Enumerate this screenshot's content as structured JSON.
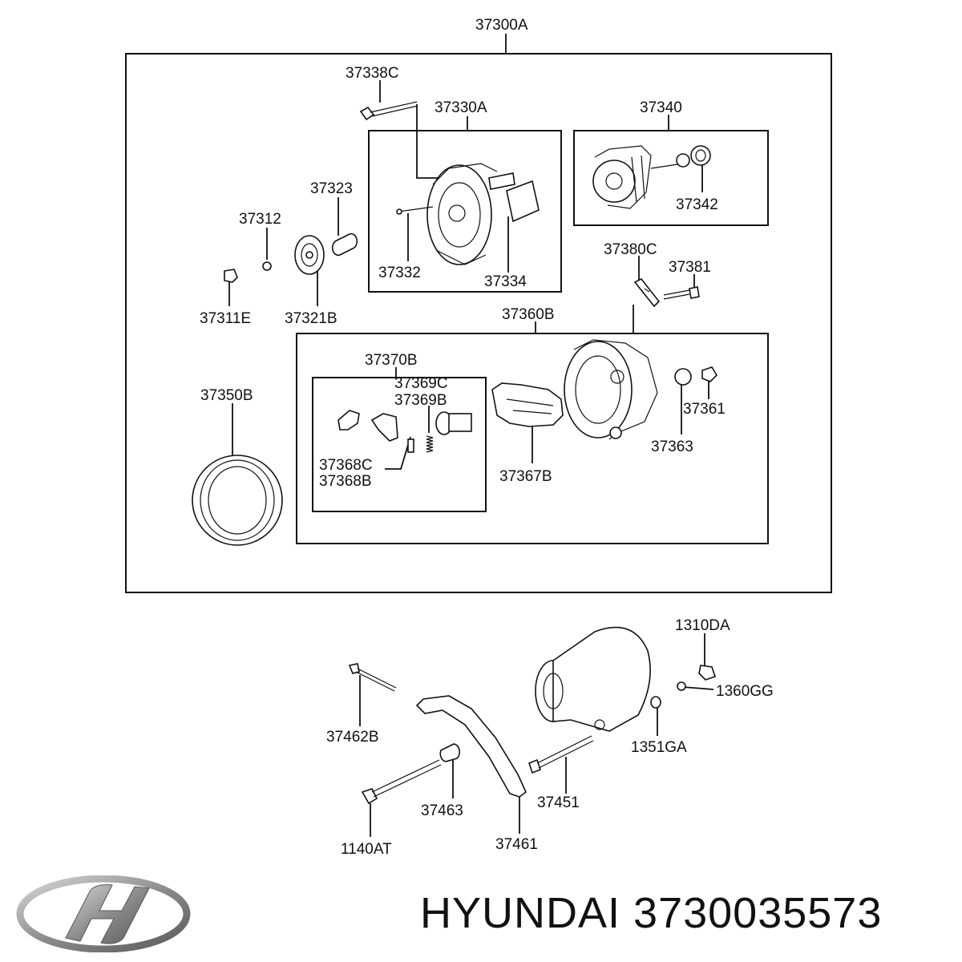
{
  "labels": {
    "assembly": "37300A",
    "bolt_thru": "37338C",
    "front_housing": "37330A",
    "rotor": "37340",
    "rotor_part": "37342",
    "pulley_spacer": "37323",
    "washer": "37312",
    "nut": "37311E",
    "pulley": "37321B",
    "front_screw": "37332",
    "front_bearing": "37334",
    "bracket_small": "37380C",
    "bracket_bolt": "37381",
    "rear_housing": "37360B",
    "brush_holder_asm": "37370B",
    "brush_c": "37369C",
    "brush_b": "37369B",
    "spring_c": "37368C",
    "spring_b": "37368B",
    "rectifier": "37367B",
    "stator": "37350B",
    "rear_nut": "37361",
    "rear_bearing": "37363",
    "mount_nut": "1310DA",
    "mount_washer_1": "1360GG",
    "mount_washer_2": "1351GA",
    "adjust_bolt": "37462B",
    "adjust_sleeve": "37463",
    "adjust_bracket": "37461",
    "mount_bolt": "37451",
    "bracket_bolt_2": "1140AT"
  },
  "footer": {
    "brand": "HYUNDAI",
    "part_number": "3730035573"
  }
}
